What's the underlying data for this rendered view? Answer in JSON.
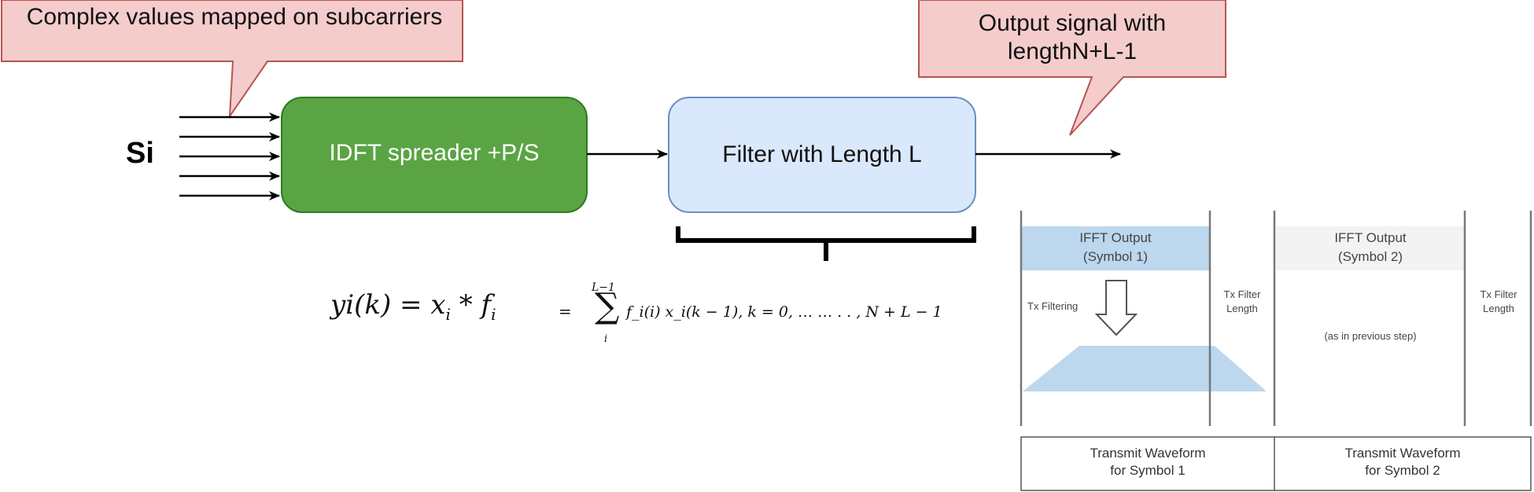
{
  "callouts": {
    "input": "Complex values mapped on subcarriers",
    "output": "Output signal with lengthN+L-1"
  },
  "input_label": "Si",
  "blocks": {
    "idft": "IDFT spreader +P/S",
    "filter": "Filter with Length L"
  },
  "equation": {
    "lhs": "yi(k) = x",
    "lhs_sub": "i",
    "conv": " * f",
    "conv_sub": "i",
    "rhs_eq": "=",
    "sum_upper": "L−1",
    "sum_lower": "i",
    "rhs": "f_i(i) x_i(k − 1), k = 0, … … . . , N + L − 1"
  },
  "waveform": {
    "symbol1_title": "IFFT Output",
    "symbol1_sub": "(Symbol 1)",
    "symbol2_title": "IFFT Output",
    "symbol2_sub": "(Symbol 2)",
    "tx_filtering": "Tx Filtering",
    "filter_length_1a": "Tx Filter",
    "filter_length_1b": "Length",
    "filter_length_2a": "Tx Filter",
    "filter_length_2b": "Length",
    "previous_step": "(as in previous step)",
    "footer1a": "Transmit Waveform",
    "footer1b": "for Symbol 1",
    "footer2a": "Transmit Waveform",
    "footer2b": "for Symbol 2"
  },
  "colors": {
    "callout_fill": "#f4cccc",
    "callout_stroke": "#b85450",
    "idft_fill": "#5aa444",
    "idft_stroke": "#2d7a1f",
    "filter_fill": "#dae8fc",
    "filter_stroke": "#6c8ebf",
    "waveform_blue": "#bcd7ee"
  }
}
